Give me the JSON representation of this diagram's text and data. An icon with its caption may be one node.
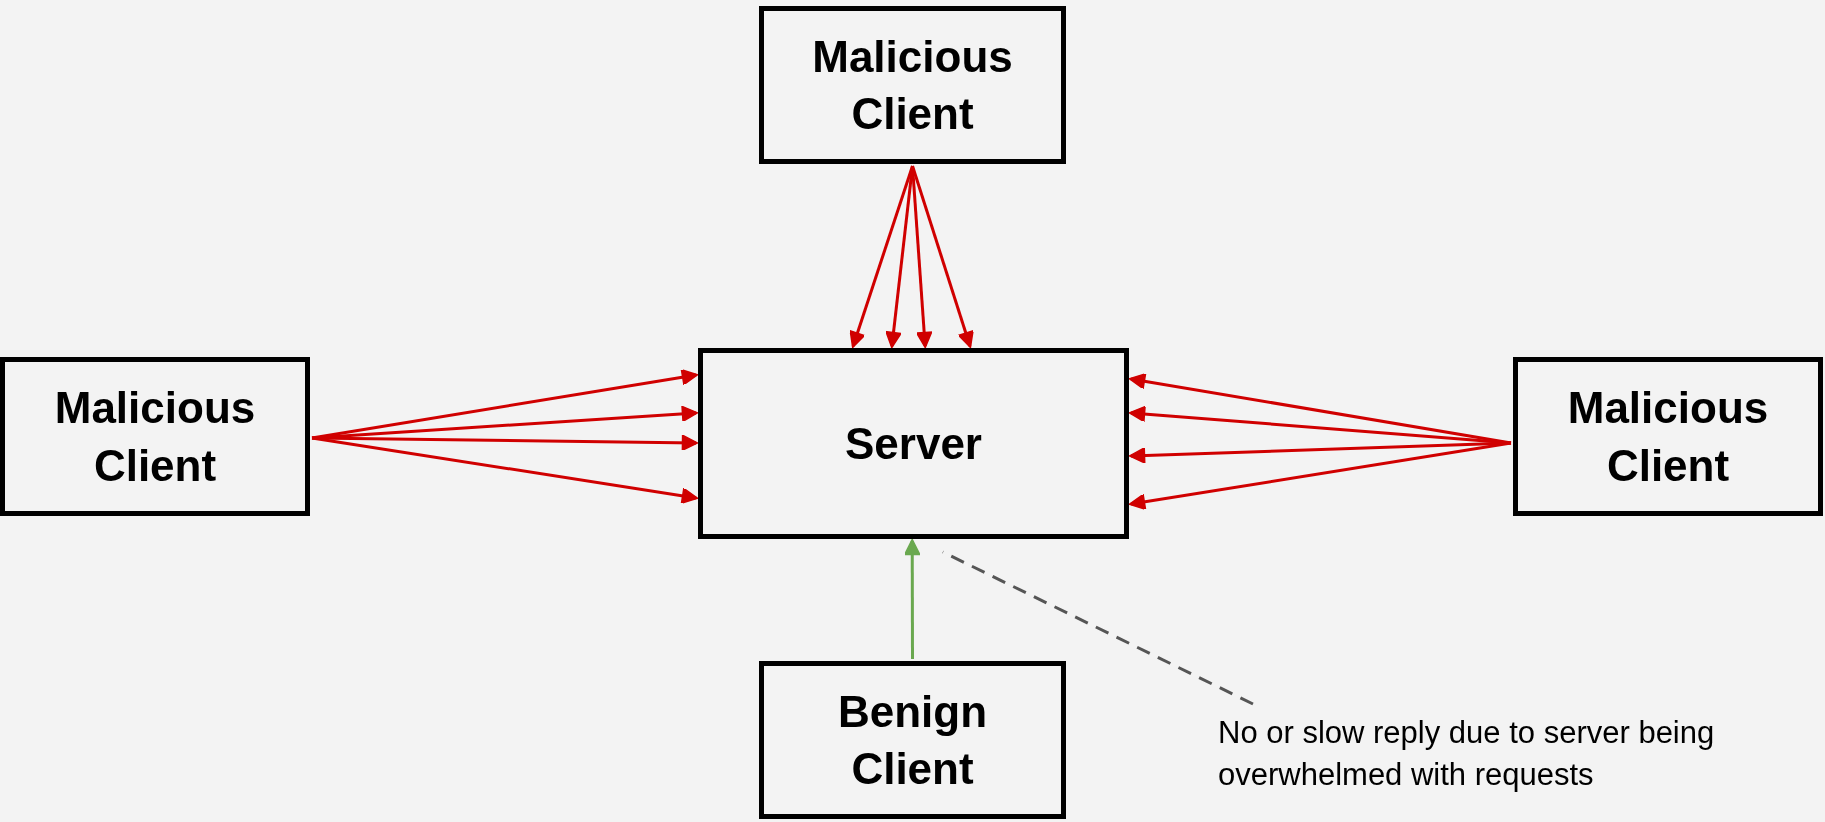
{
  "diagram": {
    "nodes": [
      {
        "text": [
          "Malicious Client"
        ]
      },
      {
        "text": [
          "Malicious Client"
        ]
      },
      {
        "text": [
          "Server"
        ]
      },
      {
        "text": [
          "Malicious Client"
        ]
      },
      {
        "text": [
          "Benign Client"
        ]
      },
      {
        "text": [
          "No or slow reply due to server being overwhelmed with requests"
        ]
      }
    ],
    "edges": [
      {
        "from": 0,
        "to": 2,
        "arrow": "to"
      },
      {
        "from": 0,
        "to": 2,
        "arrow": "to"
      },
      {
        "from": 0,
        "to": 2,
        "arrow": "to"
      },
      {
        "from": 0,
        "to": 2,
        "arrow": "to"
      },
      {
        "from": 1,
        "to": 2,
        "arrow": "to"
      },
      {
        "from": 1,
        "to": 2,
        "arrow": "to"
      },
      {
        "from": 1,
        "to": 2,
        "arrow": "to"
      },
      {
        "from": 1,
        "to": 2,
        "arrow": "to"
      },
      {
        "from": 3,
        "to": 2,
        "arrow": "to"
      },
      {
        "from": 3,
        "to": 2,
        "arrow": "to"
      },
      {
        "from": 3,
        "to": 2,
        "arrow": "to"
      },
      {
        "from": 3,
        "to": 2,
        "arrow": "to"
      },
      {
        "from": 4,
        "to": 2,
        "arrow": "to",
        "color": "#6aa84f"
      },
      {
        "from": 5,
        "to": 2,
        "arrow": "none",
        "style": "dashed",
        "color": "#555555"
      }
    ]
  }
}
